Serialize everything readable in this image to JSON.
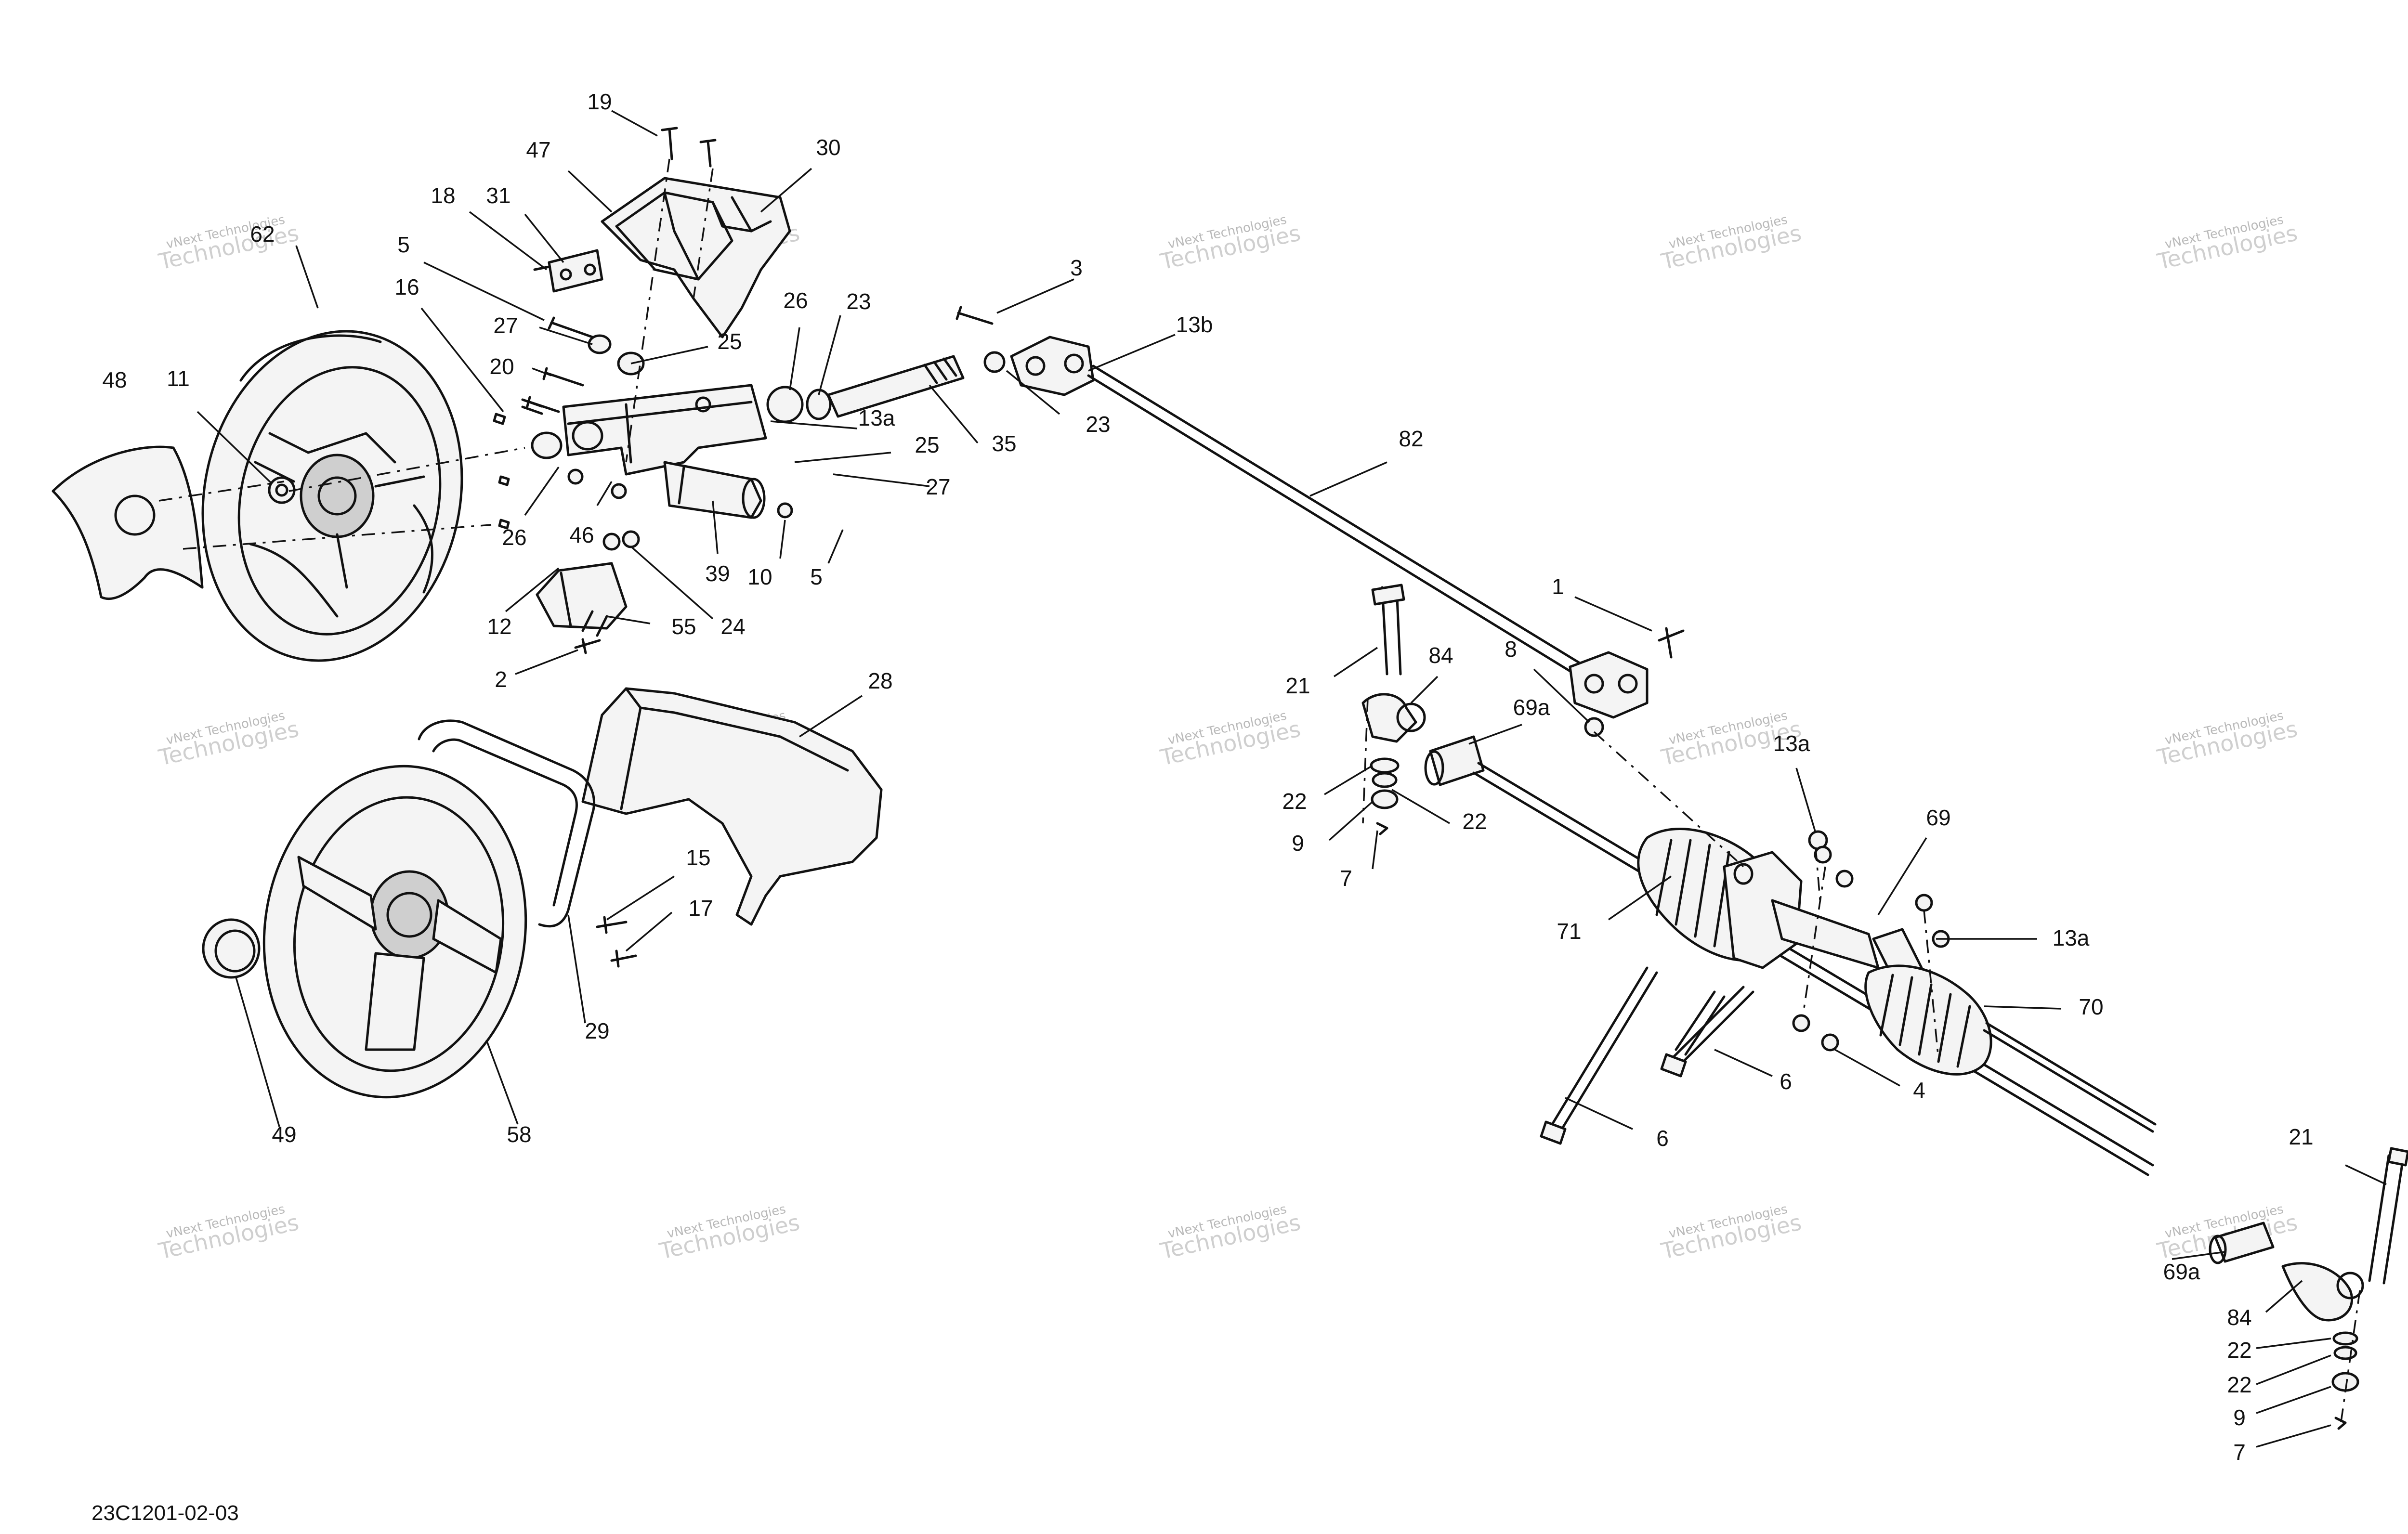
{
  "diagram_code": "23C1201-02-03",
  "watermark": {
    "line1": "vNext Technologies",
    "line2": "Technologies"
  },
  "callouts": [
    "19",
    "47",
    "30",
    "18",
    "31",
    "62",
    "5",
    "16",
    "27",
    "25",
    "20",
    "26",
    "23",
    "3",
    "13b",
    "48",
    "11",
    "13a",
    "25",
    "35",
    "23",
    "27",
    "82",
    "26",
    "46",
    "39",
    "10",
    "5",
    "12",
    "55",
    "24",
    "2",
    "1",
    "8",
    "21",
    "84",
    "69a",
    "28",
    "13a",
    "22",
    "22",
    "9",
    "7",
    "69",
    "15",
    "17",
    "71",
    "13a",
    "70",
    "29",
    "6",
    "4",
    "49",
    "58",
    "6",
    "21",
    "69a",
    "84",
    "22",
    "22",
    "9",
    "7"
  ]
}
